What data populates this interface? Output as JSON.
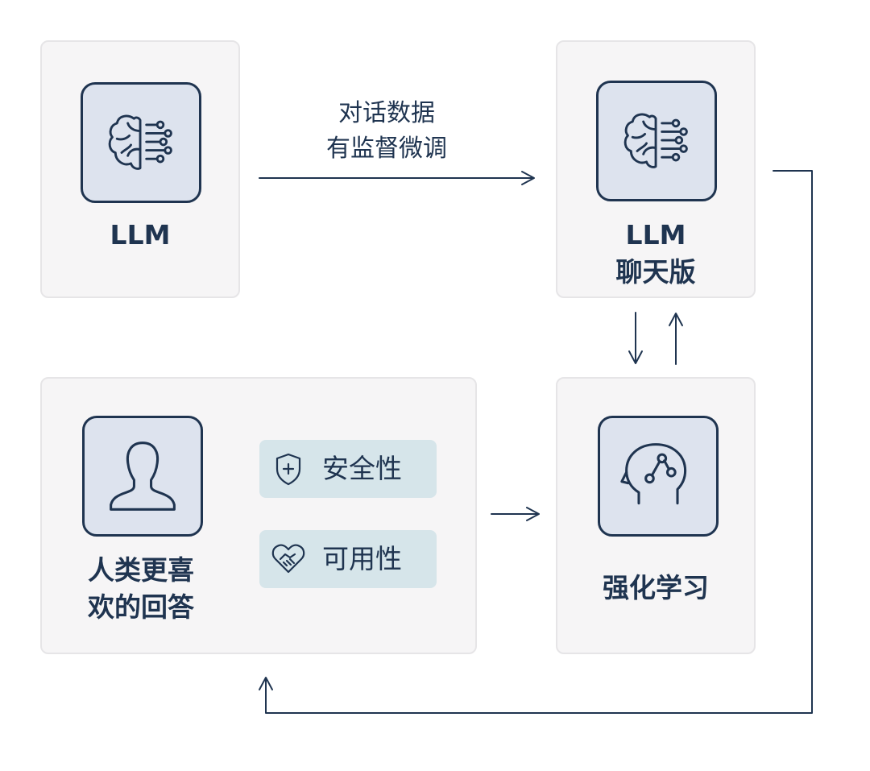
{
  "nodes": {
    "llm": {
      "label": "LLM",
      "icon": "brain-circuit-icon"
    },
    "llm_chat": {
      "label_line1": "LLM",
      "label_line2": "聊天版",
      "icon": "brain-circuit-icon"
    },
    "human_pref": {
      "label_line1": "人类更喜",
      "label_line2": "欢的回答",
      "icon": "user-icon",
      "criteria": [
        {
          "label": "安全性",
          "icon": "shield-plus-icon"
        },
        {
          "label": "可用性",
          "icon": "handshake-heart-icon"
        }
      ]
    },
    "rl": {
      "label": "强化学习",
      "icon": "head-network-icon"
    }
  },
  "edges": {
    "sft": {
      "line1": "对话数据",
      "line2": "有监督微调"
    }
  },
  "colors": {
    "ink": "#1f3450",
    "card_bg": "#f6f5f6",
    "icon_bg": "#dde3ee",
    "pill_bg": "#d6e5ea"
  }
}
